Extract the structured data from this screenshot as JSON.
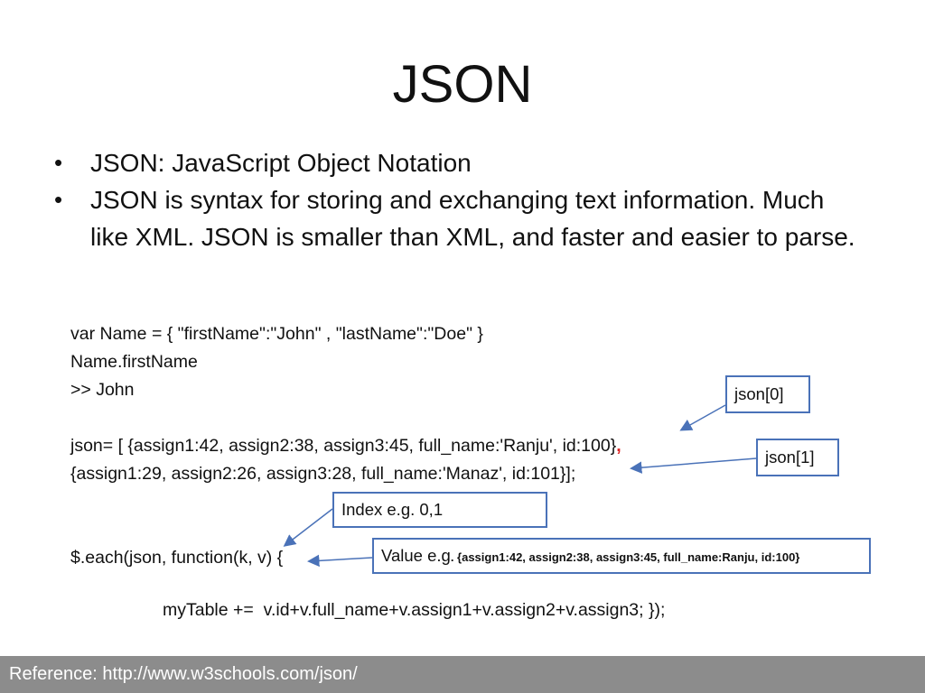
{
  "title": "JSON",
  "bullets": [
    "JSON: JavaScript Object Notation",
    "JSON is syntax for storing and exchanging text information. Much like XML. JSON is smaller than XML, and faster and easier to parse."
  ],
  "bullet_symbol": "•",
  "code": {
    "line1": "var Name = { \"firstName\":\"John\" , \"lastName\":\"Doe\" }",
    "line2": "Name.firstName",
    "line3": ">> John",
    "line4_main": "json= [ {assign1:42, assign2:38, assign3:45, full_name:'Ranju', id:100}",
    "line4_comma": ",",
    "line5": "{assign1:29, assign2:26, assign3:28, full_name:'Manaz', id:101}];",
    "line6": "$.each(json, function(k, v) {",
    "line7": "myTable +=  v.id+v.full_name+v.assign1+v.assign2+v.assign3; });"
  },
  "callouts": {
    "json0": "json[0]",
    "json1": "json[1]",
    "index": "Index   e.g. 0,1",
    "value_label": "Value e.g",
    "value_detail": ". {assign1:42, assign2:38, assign3:45, full_name:Ranju, id:100}"
  },
  "footer": "Reference: http://www.w3schools.com/json/",
  "colors": {
    "callout_border": "#4a72b8",
    "arrow": "#4a72b8",
    "footer_bg": "#8c8c8c",
    "accent_red": "#d22222"
  }
}
